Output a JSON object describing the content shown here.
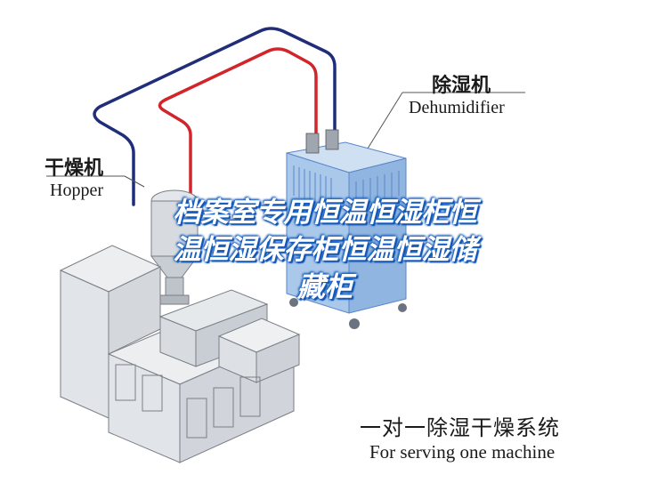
{
  "labels": {
    "dehumidifier_cn": "除湿机",
    "dehumidifier_en": "Dehumidifier",
    "hopper_cn": "干燥机",
    "hopper_en": "Hopper",
    "system_cn": "一对一除湿干燥系统",
    "system_en": "For serving one machine"
  },
  "overlay": {
    "line1": "档案室专用恒温恒湿柜恒",
    "line2": "温恒湿保存柜恒温恒湿储",
    "line3": "藏柜"
  },
  "colors": {
    "pipe_blue": "#1f2d7a",
    "pipe_red": "#d1252b",
    "dehumidifier_body": "#a9c8ea",
    "dehumidifier_grille": "#5a86c9",
    "overlay_text": "#ffffff",
    "overlay_outline": "#1a63c8"
  },
  "icons": {
    "dehumidifier": "dehumidifier-unit-icon",
    "hopper": "hopper-dryer-icon",
    "machine": "injection-molding-machine-icon"
  }
}
